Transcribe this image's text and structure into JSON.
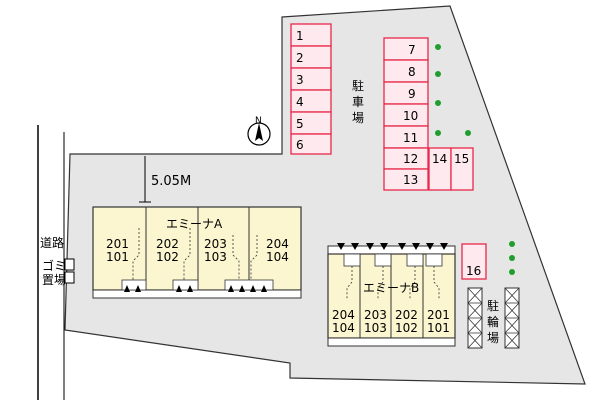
{
  "map": {
    "road_label": "道路",
    "garbage_label": "ゴミ置場",
    "garbage_icon_text": "ロロ",
    "north_label": "N",
    "distance_label": "5.05M",
    "parking_label": "駐車場",
    "bicycle_label": "駐輪場",
    "parking_spaces_left": [
      "1",
      "2",
      "3",
      "4",
      "5",
      "6"
    ],
    "parking_spaces_right": [
      "7",
      "8",
      "9",
      "10",
      "11",
      "12",
      "13"
    ],
    "parking_spaces_small": [
      "14",
      "15"
    ],
    "parking_space_extra": "16",
    "building_a": {
      "name": "エミーナA",
      "units": [
        {
          "upper": "201",
          "lower": "101"
        },
        {
          "upper": "202",
          "lower": "102"
        },
        {
          "upper": "203",
          "lower": "103"
        },
        {
          "upper": "204",
          "lower": "104"
        }
      ]
    },
    "building_b": {
      "name": "エミーナB",
      "units": [
        {
          "upper": "204",
          "lower": "104"
        },
        {
          "upper": "203",
          "lower": "103"
        },
        {
          "upper": "202",
          "lower": "102"
        },
        {
          "upper": "201",
          "lower": "101"
        }
      ]
    },
    "colors": {
      "lot_fill": "#e6e6e6",
      "parking_stroke": "#e8294a",
      "parking_fill": "#fde9ee",
      "building_fill": "#fbf6cf",
      "tree": "#1f9e2d"
    }
  }
}
